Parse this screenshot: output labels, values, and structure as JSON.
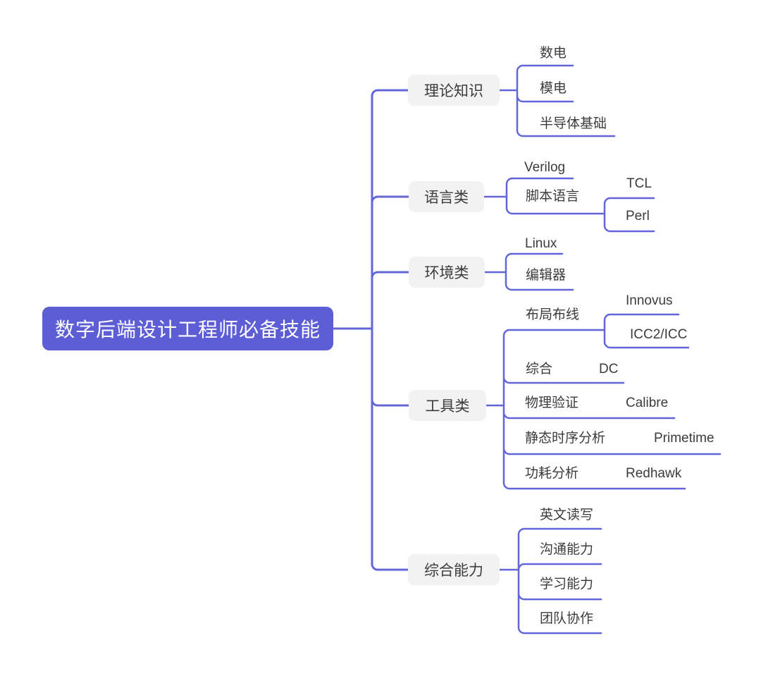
{
  "colors": {
    "line": "#6366d9",
    "root_fill": "#5d5dd6",
    "branch_fill": "#f2f2f3",
    "text_dark": "#3c3c3c",
    "root_text": "#ffffff",
    "background": "#ffffff"
  },
  "root": {
    "label": "数字后端设计工程师必备技能"
  },
  "branches": [
    {
      "label": "理论知识",
      "children": [
        {
          "label": "数电"
        },
        {
          "label": "模电"
        },
        {
          "label": "半导体基础"
        }
      ]
    },
    {
      "label": "语言类",
      "children": [
        {
          "label": "Verilog"
        },
        {
          "label": "脚本语言",
          "children": [
            {
              "label": "TCL"
            },
            {
              "label": "Perl"
            }
          ]
        }
      ]
    },
    {
      "label": "环境类",
      "children": [
        {
          "label": "Linux"
        },
        {
          "label": "编辑器"
        }
      ]
    },
    {
      "label": "工具类",
      "children": [
        {
          "label": "布局布线",
          "children": [
            {
              "label": "Innovus"
            },
            {
              "label": "ICC2/ICC"
            }
          ]
        },
        {
          "label": "综合",
          "children": [
            {
              "label": "DC"
            }
          ]
        },
        {
          "label": "物理验证",
          "children": [
            {
              "label": "Calibre"
            }
          ]
        },
        {
          "label": "静态时序分析",
          "children": [
            {
              "label": "Primetime"
            }
          ]
        },
        {
          "label": "功耗分析",
          "children": [
            {
              "label": "Redhawk"
            }
          ]
        }
      ]
    },
    {
      "label": "综合能力",
      "children": [
        {
          "label": "英文读写"
        },
        {
          "label": "沟通能力"
        },
        {
          "label": "学习能力"
        },
        {
          "label": "团队协作"
        }
      ]
    }
  ]
}
